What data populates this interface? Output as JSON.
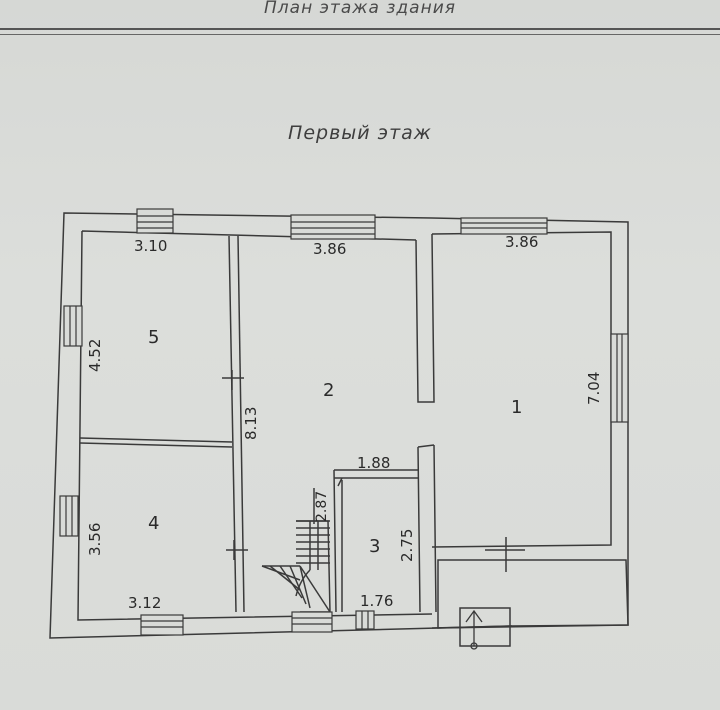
{
  "header": {
    "title": "План этажа здания"
  },
  "floor": {
    "title": "Первый этаж"
  },
  "rooms": [
    {
      "number": "1",
      "width": "3.86",
      "length": "7.04"
    },
    {
      "number": "2",
      "width": "3.86",
      "length": "8.13"
    },
    {
      "number": "3",
      "width": "1.88",
      "length": "2.75",
      "bottom_width": "1.76",
      "stair_depth": "2.87"
    },
    {
      "number": "4",
      "width": "3.12",
      "length": "3.56"
    },
    {
      "number": "5",
      "width": "3.10",
      "length": "4.52"
    }
  ]
}
